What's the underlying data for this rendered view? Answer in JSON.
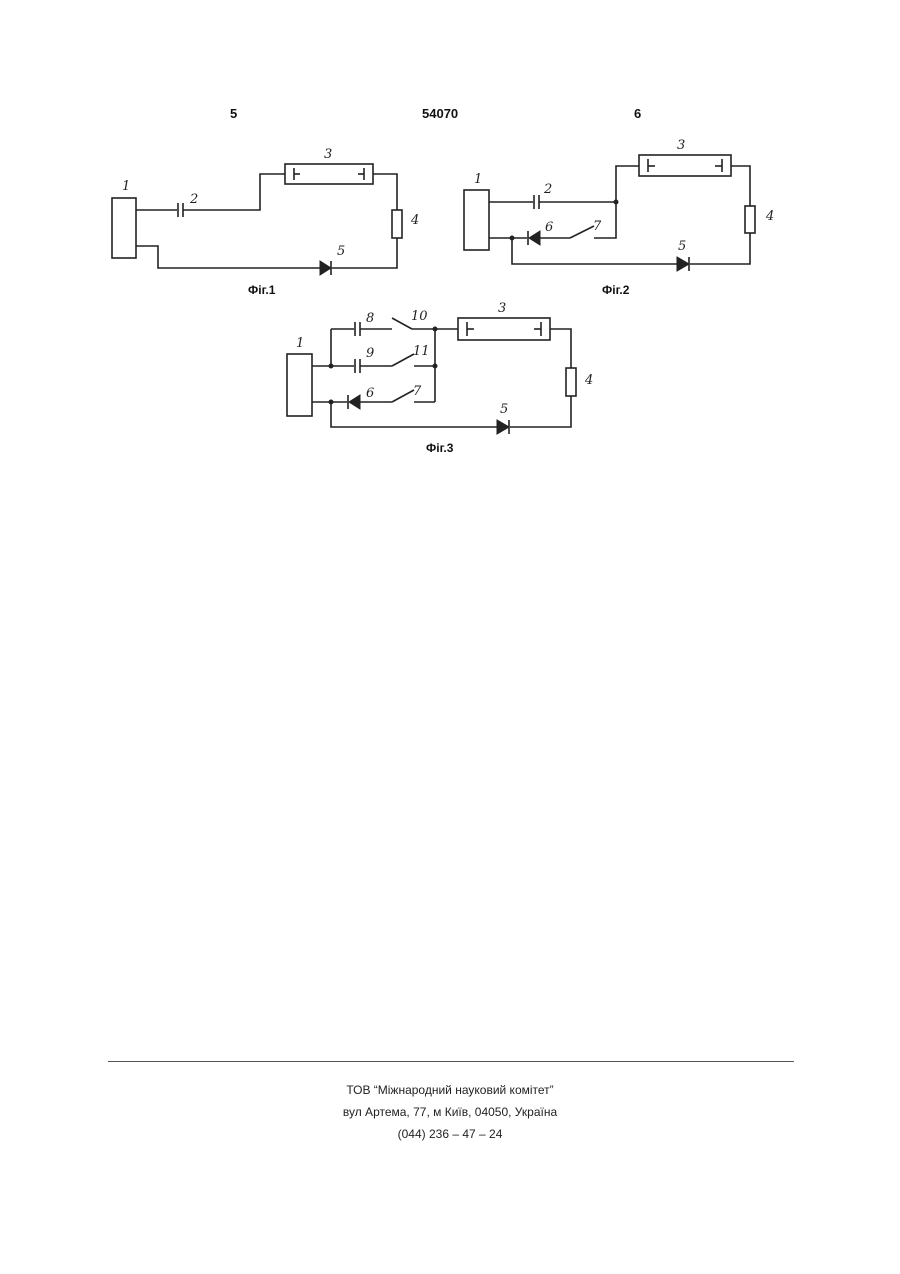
{
  "header": {
    "page_left": "5",
    "patent_number": "54070",
    "page_right": "6"
  },
  "figures": [
    {
      "caption": "Фіг.1",
      "labels": [
        "1",
        "2",
        "3",
        "4",
        "5"
      ]
    },
    {
      "caption": "Фіг.2",
      "labels": [
        "1",
        "2",
        "3",
        "4",
        "5",
        "6",
        "7"
      ]
    },
    {
      "caption": "Фіг.3",
      "labels": [
        "1",
        "3",
        "4",
        "5",
        "6",
        "7",
        "8",
        "9",
        "10",
        "11"
      ]
    }
  ],
  "footer": {
    "line1": "ТОВ “Міжнародний науковий комітет”",
    "line2": "вул  Артема, 77, м  Київ, 04050, Україна",
    "line3": "(044) 236 – 47 – 24"
  }
}
